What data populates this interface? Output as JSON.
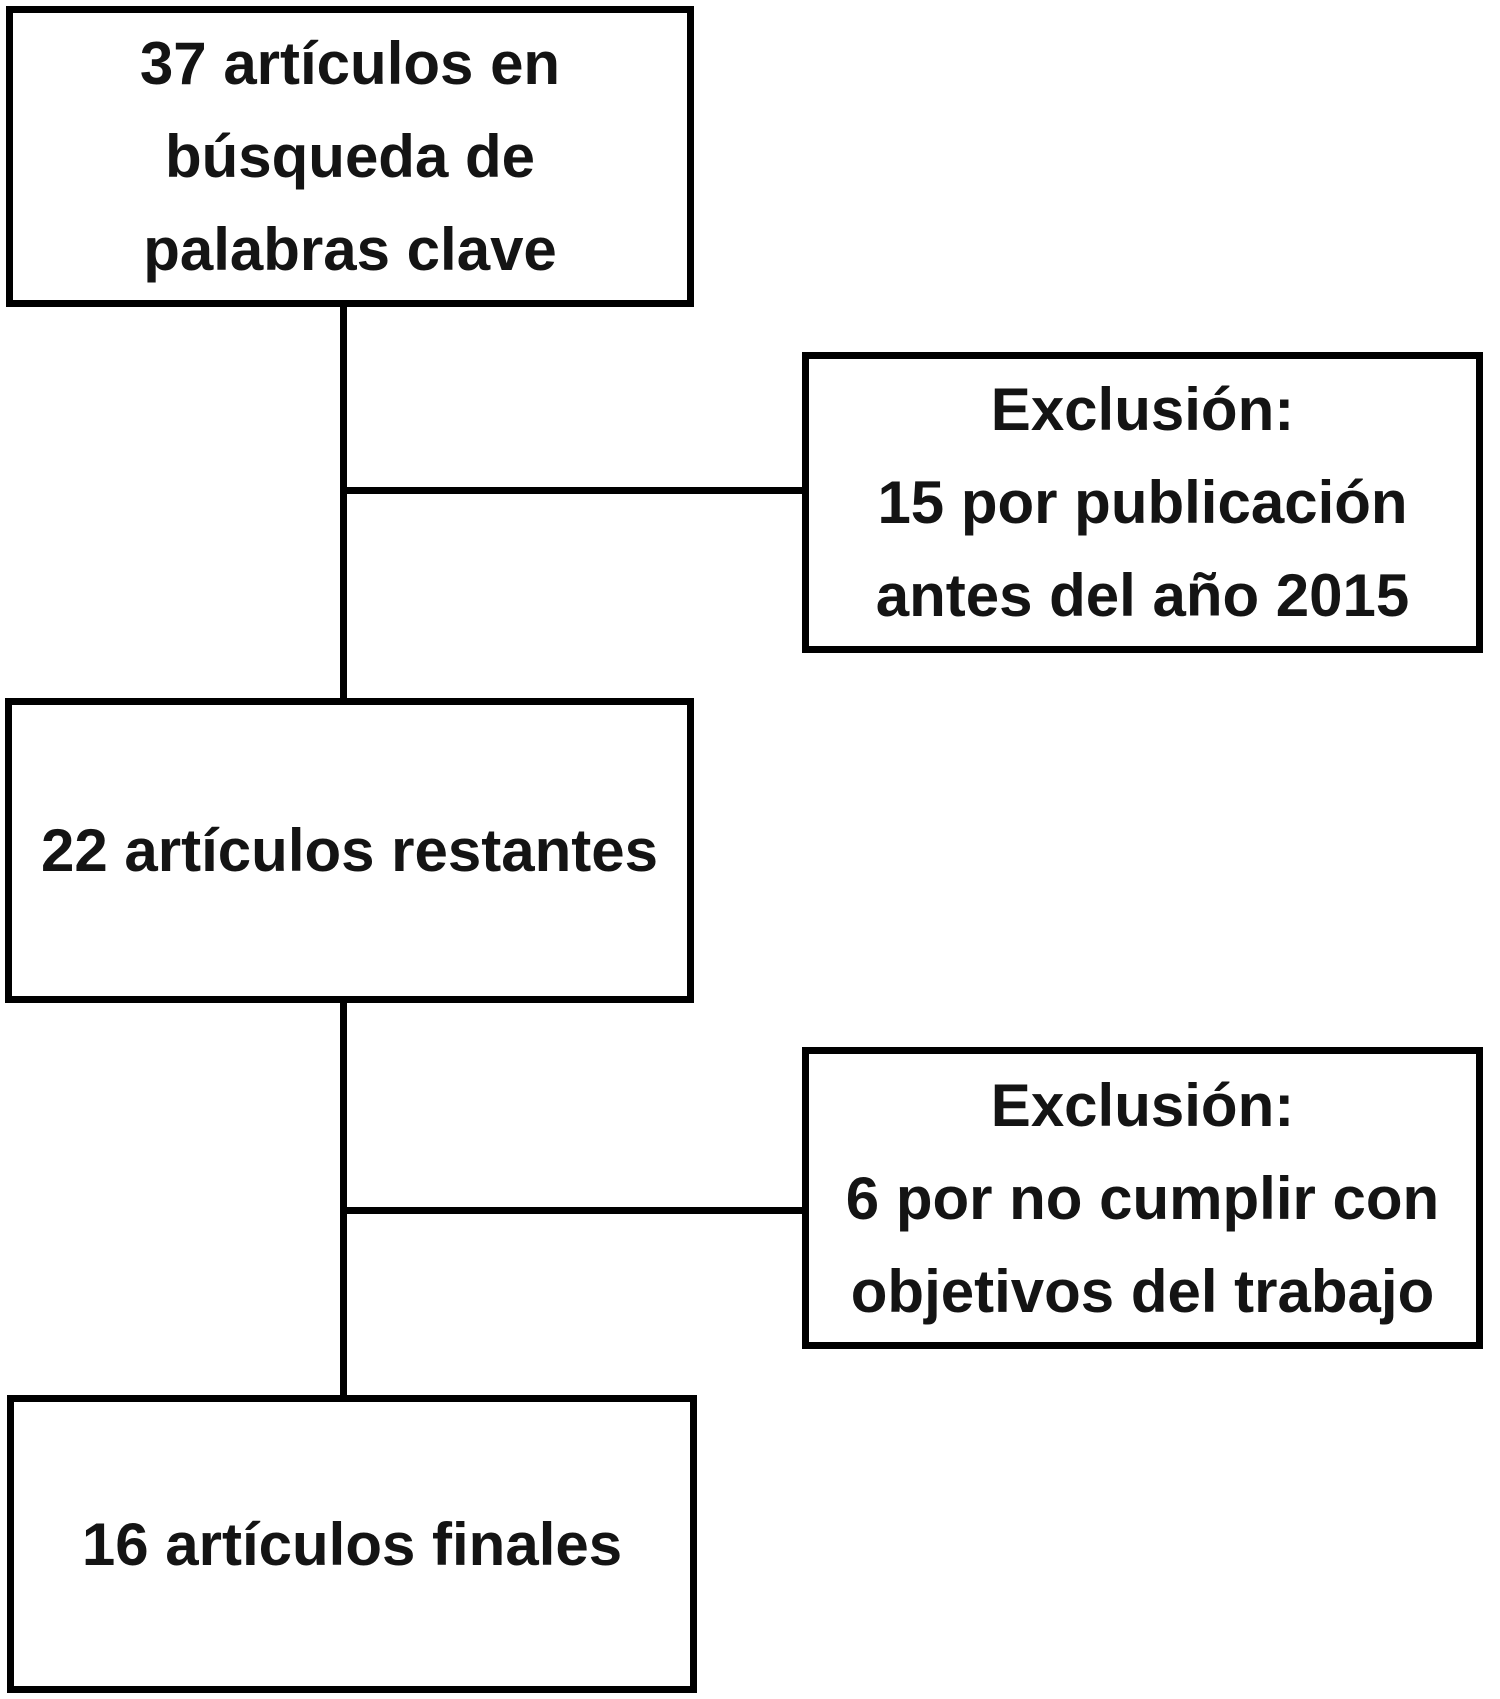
{
  "diagram": {
    "type": "flowchart",
    "background_color": "#ffffff",
    "line_color": "#000000",
    "text_color": "#141414",
    "boxes": {
      "top": {
        "lines": [
          "37 artículos en",
          "búsqueda de",
          "palabras clave"
        ]
      },
      "exclusion1": {
        "lines": [
          "Exclusión:",
          "15 por publicación",
          "antes del año 2015"
        ]
      },
      "middle": {
        "lines": [
          "22 artículos restantes"
        ]
      },
      "exclusion2": {
        "lines": [
          "Exclusión:",
          "6 por no cumplir con",
          "objetivos del trabajo"
        ]
      },
      "bottom": {
        "lines": [
          "16 artículos finales"
        ]
      }
    },
    "flow": [
      "top -> middle (exclusion1 branch)",
      "middle -> bottom (exclusion2 branch)"
    ]
  }
}
